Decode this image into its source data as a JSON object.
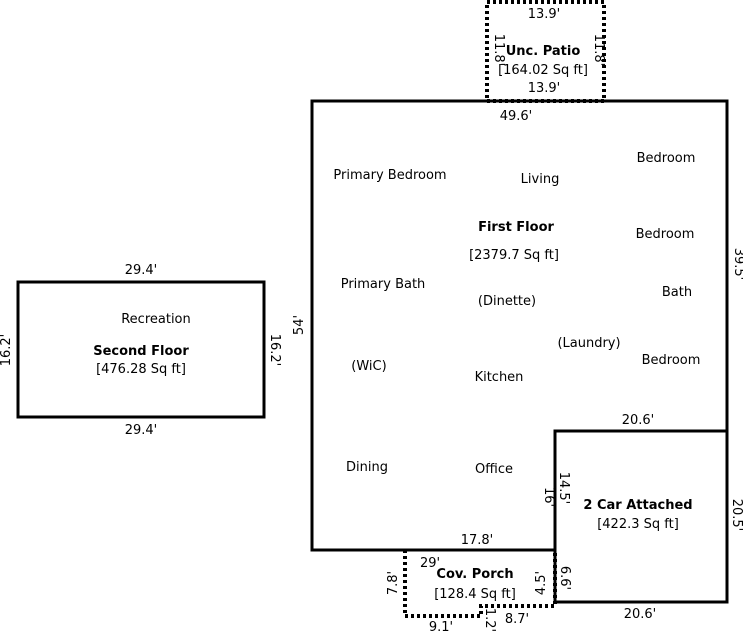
{
  "areas": {
    "second_floor": {
      "name": "Second Floor",
      "sqft": "[476.28 Sq ft]"
    },
    "first_floor": {
      "name": "First Floor",
      "sqft": "[2379.7 Sq ft]"
    },
    "unc_patio": {
      "name": "Unc. Patio",
      "sqft": "[164.02 Sq ft]"
    },
    "garage": {
      "name": "2 Car Attached",
      "sqft": "[422.3 Sq ft]"
    },
    "cov_porch": {
      "name": "Cov. Porch",
      "sqft": "[128.4 Sq ft]"
    }
  },
  "rooms": {
    "recreation": "Recreation",
    "primary_bedroom": "Primary Bedroom",
    "living": "Living",
    "bedroom_1": "Bedroom",
    "bedroom_2": "Bedroom",
    "bedroom_3": "Bedroom",
    "primary_bath": "Primary Bath",
    "dinette": "(Dinette)",
    "bath": "Bath",
    "laundry": "(Laundry)",
    "wic": "(WiC)",
    "kitchen": "Kitchen",
    "dining": "Dining",
    "office": "Office"
  },
  "dimensions": {
    "second_top": "29.4'",
    "second_bottom": "29.4'",
    "second_left": "16.2'",
    "second_right": "16.2'",
    "patio_top": "13.9'",
    "patio_bottom": "13.9'",
    "patio_left": "11.8'",
    "patio_right": "11.8'",
    "first_top": "49.6'",
    "first_right": "39.5'",
    "first_left": "54'",
    "first_inner_bottom": "17.8'",
    "first_garage_side": "16'",
    "garage_top": "20.6'",
    "garage_bottom": "20.6'",
    "garage_left": "14.5'",
    "garage_right": "20.5'",
    "garage_lower_left": "6.6'",
    "porch_top": "29'",
    "porch_left": "7.8'",
    "porch_bottom": "9.1'",
    "porch_notch_v": "1.2'",
    "porch_notch_h": "8.7'",
    "porch_right": "4.5'"
  }
}
